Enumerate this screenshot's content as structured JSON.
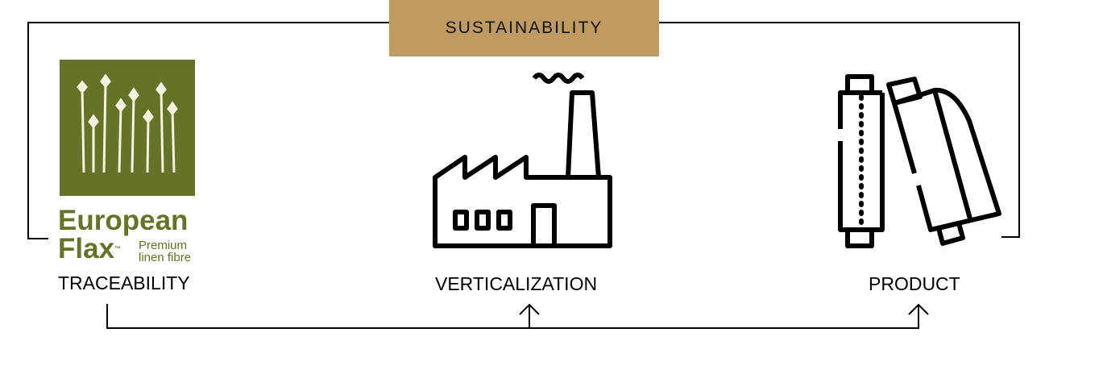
{
  "header": {
    "title": "SUSTAINABILITY"
  },
  "logo": {
    "line1": "European",
    "line2": "Flax",
    "tm": "™",
    "sub1": "Premium",
    "sub2": "linen fibre",
    "color": "#647328"
  },
  "steps": [
    {
      "label": "TRACEABILITY"
    },
    {
      "label": "VERTICALIZATION"
    },
    {
      "label": "PRODUCT"
    }
  ],
  "colors": {
    "badge": "#bf9b61",
    "line": "#000000"
  }
}
